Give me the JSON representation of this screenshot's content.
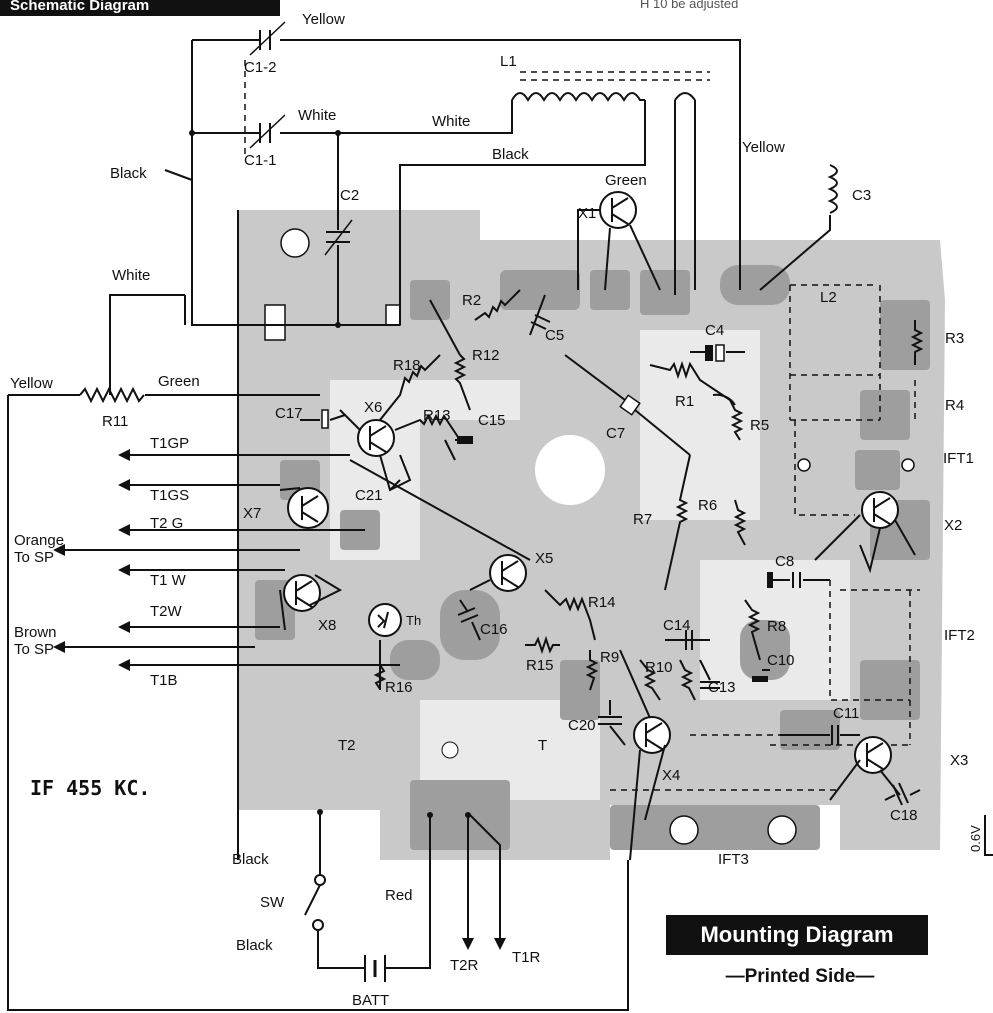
{
  "header": {
    "title": "Schematic Diagram",
    "top_note": "H 10 be adjusted"
  },
  "wire_labels": {
    "yellow_top": "Yellow",
    "white_top": "White",
    "white_mid": "White",
    "black_left": "Black",
    "black_mid": "Black",
    "white_left": "White",
    "yellow_left": "Yellow",
    "green_left": "Green",
    "green_x1": "Green",
    "yellow_right": "Yellow",
    "orange_to_sp": "Orange\nTo SP",
    "brown_to_sp": "Brown\nTo SP",
    "red": "Red",
    "black_sw_top": "Black",
    "black_sw_bottom": "Black"
  },
  "components": {
    "c1_2": "C1-2",
    "c1_1": "C1-1",
    "l1": "L1",
    "c2": "C2",
    "c3": "C3",
    "l2": "L2",
    "x1": "X1",
    "r2": "R2",
    "r12": "R12",
    "c5": "C5",
    "c4": "C4",
    "r3": "R3",
    "r4": "R4",
    "r18": "R18",
    "r13": "R13",
    "c15": "C15",
    "r1": "R1",
    "r5": "R5",
    "c17": "C17",
    "x6": "X6",
    "c7": "C7",
    "ift1": "IFT1",
    "r11": "R11",
    "c21": "C21",
    "r7": "R7",
    "r6": "R6",
    "x2": "X2",
    "x7": "X7",
    "x5": "X5",
    "c8": "C8",
    "x8": "X8",
    "r14": "R14",
    "th": "Th",
    "c16": "C16",
    "c14": "C14",
    "r8": "R8",
    "ift2": "IFT2",
    "r15": "R15",
    "r9": "R9",
    "r10": "R10",
    "c10": "C10",
    "r16": "R16",
    "c13": "C13",
    "c20": "C20",
    "c11": "C11",
    "x4": "X4",
    "x3": "X3",
    "t2": "T2",
    "t": "T",
    "c18": "C18",
    "ift3": "IFT3",
    "sw": "SW",
    "batt": "BATT",
    "t2r": "T2R",
    "t1r": "T1R"
  },
  "terminals": [
    "T1GP",
    "T1GS",
    "T2 G",
    "T1 W",
    "T2W",
    "T1B"
  ],
  "notes": {
    "if_freq": "IF 455 KC.",
    "voltage": "0.6V"
  },
  "banner": {
    "title": "Mounting Diagram",
    "subtitle": "—Printed Side—"
  }
}
